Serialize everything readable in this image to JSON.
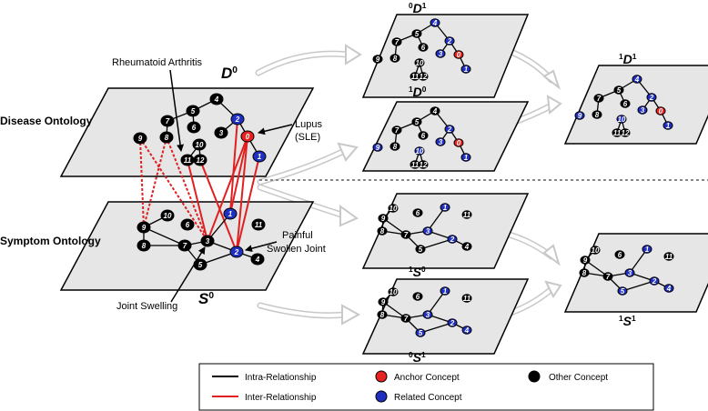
{
  "row_labels": {
    "disease": "Disease Ontology",
    "symptom": "Symptom Ontology"
  },
  "callouts": {
    "ra": "Rheumatoid Arthritis",
    "lupus_line1": "Lupus",
    "lupus_line2": "(SLE)",
    "painful_line1": "Painful",
    "painful_line2": "Swollen Joint",
    "joint_swelling": "Joint Swelling"
  },
  "plane_labels": {
    "D0": {
      "pre": "",
      "main": "D",
      "sup": "0"
    },
    "S0": {
      "pre": "",
      "main": "S",
      "sup": "0"
    },
    "0D1": {
      "pre": "0",
      "main": "D",
      "sup": "1"
    },
    "1D0": {
      "pre": "1",
      "main": "D",
      "sup": "0"
    },
    "1D1": {
      "pre": "1",
      "main": "D",
      "sup": "1"
    },
    "1S0": {
      "pre": "1",
      "main": "S",
      "sup": "0"
    },
    "0S1": {
      "pre": "0",
      "main": "S",
      "sup": "1"
    },
    "1S1": {
      "pre": "1",
      "main": "S",
      "sup": "1"
    }
  },
  "legend": {
    "intra": "Intra-Relationship",
    "inter": "Inter-Relationship",
    "anchor": "Anchor Concept",
    "related": "Related Concept",
    "other": "Other Concept"
  },
  "colors": {
    "anchor": "#e8231f",
    "related": "#1f2fbf",
    "other": "#000000",
    "inter": "#e02020",
    "plane": "#e6e6e6"
  }
}
